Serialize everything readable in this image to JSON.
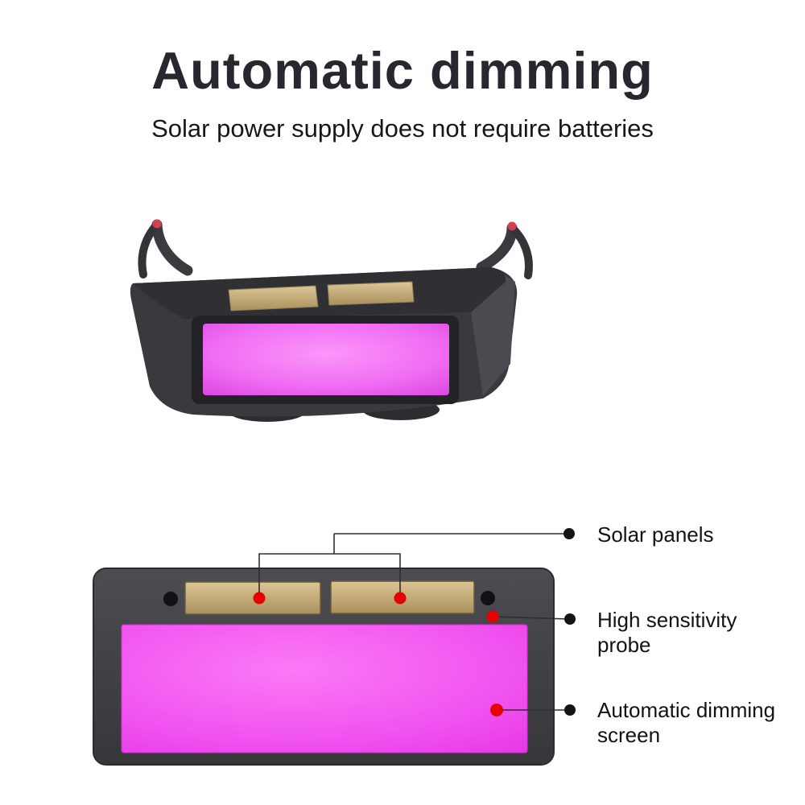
{
  "header": {
    "title": "Automatic dimming",
    "subtitle": "Solar power supply does not require batteries"
  },
  "callouts": [
    {
      "id": "solar-panels",
      "label": "Solar panels"
    },
    {
      "id": "high-sensitivity-probe",
      "label": "High sensitivity probe"
    },
    {
      "id": "automatic-dimming-screen",
      "label": "Automatic dimming screen"
    }
  ],
  "colors": {
    "title_text": "#27272f",
    "body_dark": "#3b3b40",
    "solar_panel_tan": "#c4ab7b",
    "screen_magenta": "#ee4bee",
    "marker_red_dot": "#e60000",
    "temple_tip_red": "#d1414f",
    "callout_dot_black": "#141414",
    "callout_line": "#2f2f2f"
  }
}
